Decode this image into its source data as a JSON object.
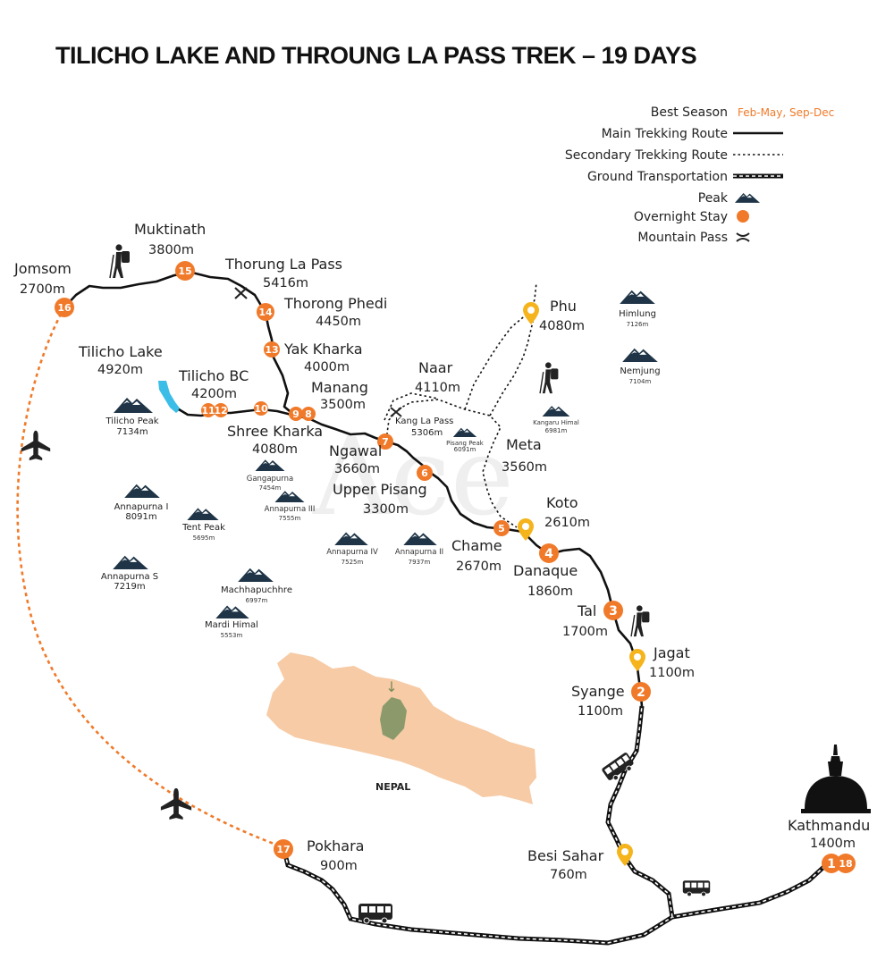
{
  "title": "TILICHO LAKE AND THROUNG LA PASS TREK – 19 DAYS",
  "legend": {
    "best_season_label": "Best Season",
    "best_season_value": "Feb-May, Sep-Dec",
    "main_route": "Main Trekking Route",
    "secondary_route": "Secondary Trekking Route",
    "ground_transport": "Ground Transportation",
    "peak": "Peak",
    "overnight_stay": "Overnight Stay",
    "mountain_pass": "Mountain Pass"
  },
  "colors": {
    "orange": "#f07a2a",
    "yellow_pin": "#f5b31c",
    "lake": "#3bbde8",
    "nepal_fill": "#f6cba6",
    "region_fill": "#8c9a6b",
    "route": "#111111"
  },
  "places": {
    "jomsom": {
      "name": "Jomsom",
      "elev": "2700m"
    },
    "muktinath": {
      "name": "Muktinath",
      "elev": "3800m"
    },
    "thorung_la": {
      "name": "Thorung La Pass",
      "elev": "5416m"
    },
    "thorong_phedi": {
      "name": "Thorong Phedi",
      "elev": "4450m"
    },
    "yak_kharka": {
      "name": "Yak Kharka",
      "elev": "4000m"
    },
    "manang": {
      "name": "Manang",
      "elev": "3500m"
    },
    "tilicho_lake": {
      "name": "Tilicho Lake",
      "elev": "4920m"
    },
    "tilicho_bc": {
      "name": "Tilicho BC",
      "elev": "4200m"
    },
    "shree_kharka": {
      "name": "Shree Kharka",
      "elev": "4080m"
    },
    "naar": {
      "name": "Naar",
      "elev": "4110m"
    },
    "phu": {
      "name": "Phu",
      "elev": "4080m"
    },
    "ngawal": {
      "name": "Ngawal",
      "elev": "3660m"
    },
    "upper_pisang": {
      "name": "Upper Pisang",
      "elev": "3300m"
    },
    "meta": {
      "name": "Meta",
      "elev": "3560m"
    },
    "koto": {
      "name": "Koto",
      "elev": "2610m"
    },
    "chame": {
      "name": "Chame",
      "elev": "2670m"
    },
    "danaque": {
      "name": "Danaque",
      "elev": "1860m"
    },
    "tal": {
      "name": "Tal",
      "elev": "1700m"
    },
    "jagat": {
      "name": "Jagat",
      "elev": "1100m"
    },
    "syange": {
      "name": "Syange",
      "elev": "1100m"
    },
    "besi_sahar": {
      "name": "Besi Sahar",
      "elev": "760m"
    },
    "pokhara": {
      "name": "Pokhara",
      "elev": "900m"
    },
    "kathmandu": {
      "name": "Kathmandu",
      "elev": "1400m"
    }
  },
  "passes": {
    "kang_la": {
      "name": "Kang La Pass",
      "elev": "5306m"
    }
  },
  "peaks": {
    "tilicho_peak": {
      "name": "Tilicho Peak",
      "elev": "7134m"
    },
    "annapurna_1": {
      "name": "Annapurna I",
      "elev": "8091m"
    },
    "annapurna_s": {
      "name": "Annapurna S",
      "elev": "7219m"
    },
    "tent_peak": {
      "name": "Tent Peak",
      "elev": "5695m"
    },
    "gangapurna": {
      "name": "Gangapurna",
      "elev": "7454m"
    },
    "annapurna_3": {
      "name": "Annapurna III",
      "elev": "7555m"
    },
    "annapurna_4": {
      "name": "Annapurna IV",
      "elev": "7525m"
    },
    "annapurna_2": {
      "name": "Annapurna II",
      "elev": "7937m"
    },
    "machhapuchhre": {
      "name": "Machhapuchhre",
      "elev": "6997m"
    },
    "mardi_himal": {
      "name": "Mardi Himal",
      "elev": "5553m"
    },
    "himlung": {
      "name": "Himlung",
      "elev": "7126m"
    },
    "nemjung": {
      "name": "Nemjung",
      "elev": "7104m"
    },
    "kangaru_himal": {
      "name": "Kangaru Himal",
      "elev": "6981m"
    },
    "pisang_peak": {
      "name": "Pisang Peak",
      "elev": "6091m"
    }
  },
  "stops": {
    "s1": "1",
    "s2": "2",
    "s3": "3",
    "s4": "4",
    "s5": "5",
    "s6": "6",
    "s7": "7",
    "s8": "8",
    "s9": "9",
    "s10": "10",
    "s11": "11",
    "s12": "12",
    "s13": "13",
    "s14": "14",
    "s15": "15",
    "s16": "16",
    "s17": "17",
    "s18": "18"
  },
  "inset": {
    "country": "NEPAL",
    "marker": "↓"
  }
}
